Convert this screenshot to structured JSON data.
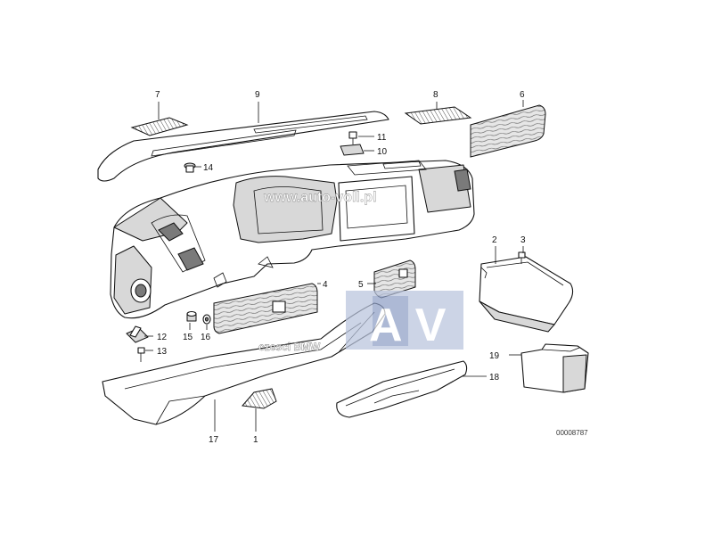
{
  "diagram": {
    "callouts": [
      {
        "id": "c1",
        "number": "1"
      },
      {
        "id": "c2",
        "number": "2"
      },
      {
        "id": "c3",
        "number": "3"
      },
      {
        "id": "c4",
        "number": "4"
      },
      {
        "id": "c5",
        "number": "5"
      },
      {
        "id": "c6",
        "number": "6"
      },
      {
        "id": "c7",
        "number": "7"
      },
      {
        "id": "c8",
        "number": "8"
      },
      {
        "id": "c9",
        "number": "9"
      },
      {
        "id": "c10",
        "number": "10"
      },
      {
        "id": "c11",
        "number": "11"
      },
      {
        "id": "c12",
        "number": "12"
      },
      {
        "id": "c13",
        "number": "13"
      },
      {
        "id": "c14",
        "number": "14"
      },
      {
        "id": "c15",
        "number": "15"
      },
      {
        "id": "c16",
        "number": "16"
      },
      {
        "id": "c17",
        "number": "17"
      },
      {
        "id": "c18",
        "number": "18"
      },
      {
        "id": "c19",
        "number": "19"
      }
    ],
    "reference_code": "00008787"
  },
  "watermarks": {
    "site": "www.auto-voll.pl",
    "logo_letters": "AV",
    "logo_caption": "czesci BMW"
  },
  "colors": {
    "line": "#111111",
    "watermark_text": "#ffffff",
    "logo_tint": "#8e9fc6"
  }
}
